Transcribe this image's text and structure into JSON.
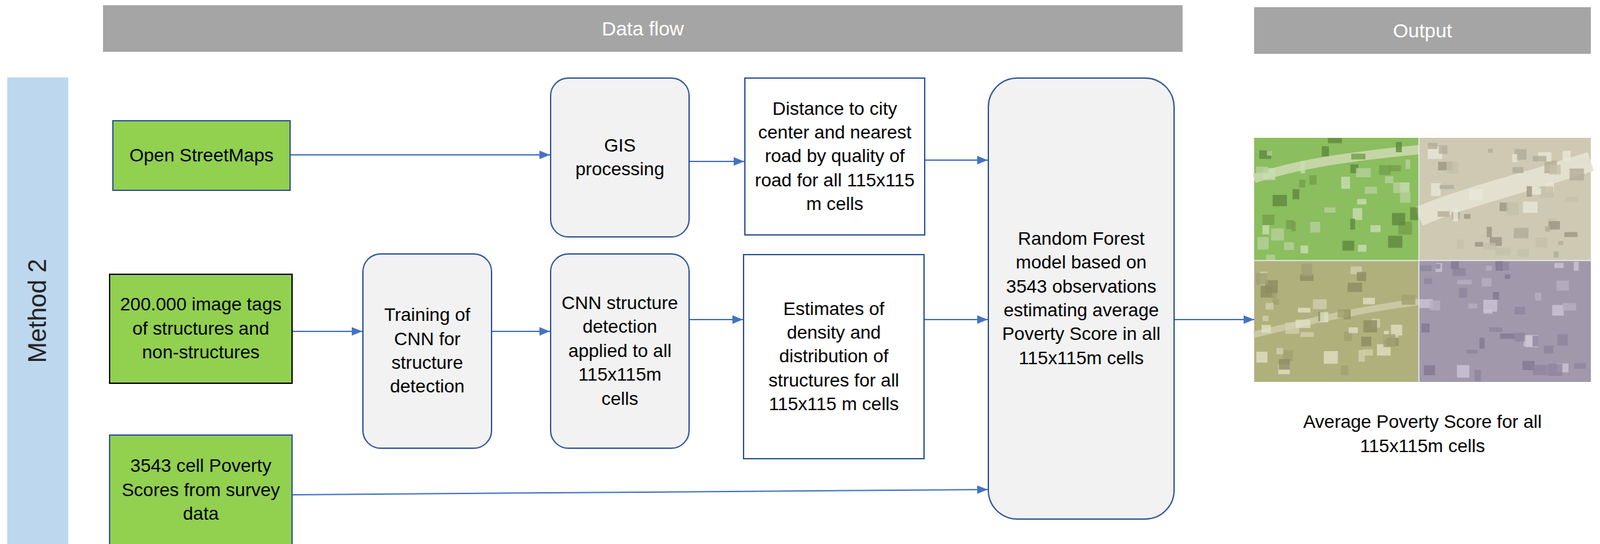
{
  "diagram": {
    "nodes": [
      {
        "text": [
          "Data flow"
        ]
      },
      {
        "text": [
          "Output"
        ]
      },
      {
        "text": [
          "Method 2"
        ]
      },
      {
        "text": [
          "Open StreetMaps"
        ]
      },
      {
        "text": [
          "200.000 image tags of structures and non-structures"
        ]
      },
      {
        "text": [
          "3543 cell Poverty Scores from survey data"
        ]
      },
      {
        "text": [
          "Training of CNN for structure detection"
        ]
      },
      {
        "text": [
          "GIS processing"
        ]
      },
      {
        "text": [
          "CNN structure detection applied to all 115x115m cells"
        ]
      },
      {
        "text": [
          "Distance to city center and nearest road by quality of road for all 115x115 m cells"
        ]
      },
      {
        "text": [
          "Estimates of density and distribution of structures for all 115x115 m cells"
        ]
      },
      {
        "text": [
          "Random Forest model based on 3543 observations estimating average Poverty Score in all 115x115m cells"
        ]
      },
      {
        "text": [
          "Average Poverty Score for all 115x115m cells"
        ]
      }
    ],
    "edges": [
      {
        "from": 3,
        "to": 7,
        "arrow": "to"
      },
      {
        "from": 7,
        "to": 9,
        "arrow": "to"
      },
      {
        "from": 9,
        "to": 11,
        "arrow": "to"
      },
      {
        "from": 4,
        "to": 6,
        "arrow": "to"
      },
      {
        "from": 6,
        "to": 8,
        "arrow": "to"
      },
      {
        "from": 8,
        "to": 10,
        "arrow": "to"
      },
      {
        "from": 10,
        "to": 11,
        "arrow": "to"
      },
      {
        "from": 5,
        "to": 11,
        "arrow": "to"
      },
      {
        "from": 11,
        "to": 12,
        "arrow": "to"
      }
    ]
  }
}
